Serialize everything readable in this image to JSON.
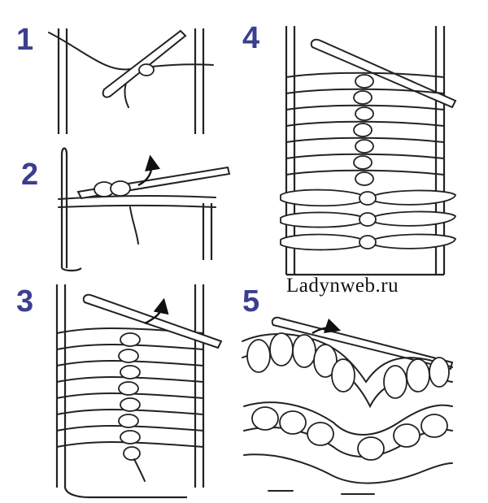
{
  "steps": [
    {
      "number": "1"
    },
    {
      "number": "2"
    },
    {
      "number": "3"
    },
    {
      "number": "4"
    },
    {
      "number": "5"
    }
  ],
  "watermark": "Ladynweb.ru",
  "colors": {
    "step_number": "#3b3f8f",
    "line": "#222222",
    "background": "#ffffff"
  }
}
